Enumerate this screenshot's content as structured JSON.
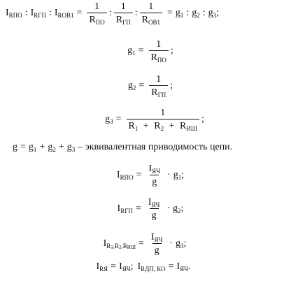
{
  "eq1": {
    "t1": "I",
    "t1s": "RПО",
    "colon": ":",
    "t2": "I",
    "t2s": "RГП",
    "t3": "I",
    "t3s": "RОВ1",
    "eq": "=",
    "f1n": "1",
    "f1d": "R",
    "f1ds": "ПО",
    "f2n": "1",
    "f2d": "R",
    "f2ds": "ГП",
    "f3n": "1",
    "f3d": "R",
    "f3ds": "ОВ1",
    "r1": "g",
    "r1s": "1",
    "r2": "g",
    "r2s": "2",
    "r3": "g",
    "r3s": "3",
    "semi": ";"
  },
  "eq2": {
    "l": "g",
    "ls": "1",
    "eq": "=",
    "n": "1",
    "d": "R",
    "ds": "ПО",
    "semi": ";"
  },
  "eq3": {
    "l": "g",
    "ls": "2",
    "eq": "=",
    "n": "1",
    "d": "R",
    "ds": "ГП",
    "semi": ";"
  },
  "eq4": {
    "l": "g",
    "ls": "3",
    "eq": "=",
    "n": "1",
    "d1": "R",
    "d1s": "1",
    "plus": "+",
    "d2": "R",
    "d2s": "2",
    "d3": "R",
    "d3s": "ИШ",
    "semi": ";"
  },
  "eq5": {
    "a": "g",
    "eq": "=",
    "b": "g",
    "bs": "1",
    "plus": "+",
    "c": "g",
    "cs": "2",
    "d": "g",
    "ds": "3",
    "text": "– эквивалентная приводимость цепи."
  },
  "eq6": {
    "l": "I",
    "ls": "RПО",
    "eq": "=",
    "n": "I",
    "ns": "ЯЧ",
    "d": "g",
    "dot": "·",
    "g": "g",
    "gs": "1",
    "semi": ";"
  },
  "eq7": {
    "l": "I",
    "ls": "RГП",
    "eq": "=",
    "n": "I",
    "ns": "ЯЧ",
    "d": "g",
    "dot": "·",
    "g": "g",
    "gs": "2",
    "semi": ";"
  },
  "eq8": {
    "l": "I",
    "ls1": "R",
    "ls1s": "1",
    "comma": ",",
    "ls2": "R",
    "ls2s": "2",
    "ls3": "R",
    "ls3s": "ИШ",
    "eq": "=",
    "n": "I",
    "ns": "ЯЧ",
    "d": "g",
    "dot": "·",
    "g": "g",
    "gs": "3",
    "semi": ";"
  },
  "eq9": {
    "a": "I",
    "as": "RЯ",
    "eq": "=",
    "b": "I",
    "bs": "ЯЧ",
    "semi": ";",
    "c": "I",
    "cs": "RДП, КО",
    "d": "I",
    "ds": "ЯЧ",
    "period": "."
  }
}
